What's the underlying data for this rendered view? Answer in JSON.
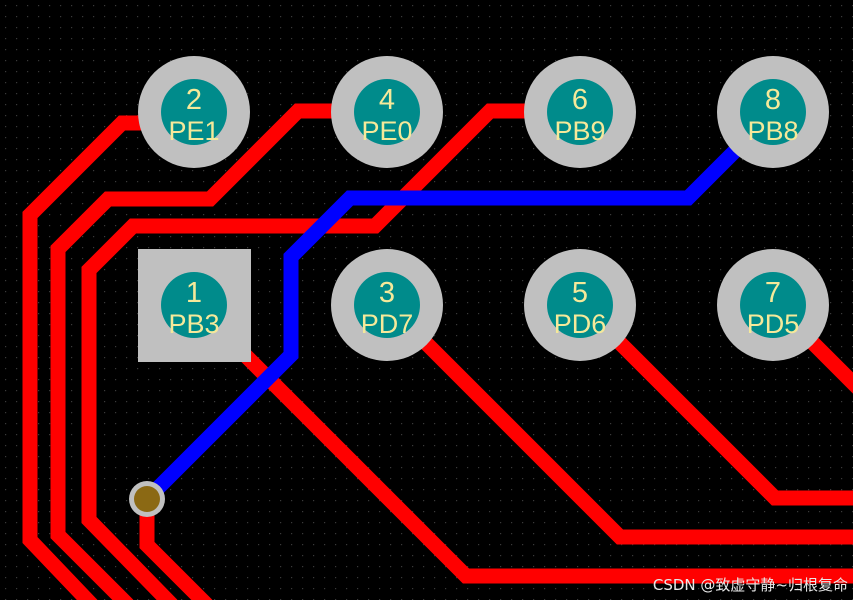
{
  "colors": {
    "background": "#000000",
    "grid": "#3a3a3a",
    "top_trace": "#ff0000",
    "bottom_trace": "#0000ff",
    "pad_copper": "#c0c0c0",
    "pad_hole": "#008b8b",
    "pad_text": "#f5e99a",
    "via_ring": "#c0c0c0",
    "via_hole": "#8b6914",
    "watermark": "#e8e8e8"
  },
  "pads": [
    {
      "number": "2",
      "net": "PE1",
      "shape": "round"
    },
    {
      "number": "4",
      "net": "PE0",
      "shape": "round"
    },
    {
      "number": "6",
      "net": "PB9",
      "shape": "round"
    },
    {
      "number": "8",
      "net": "PB8",
      "shape": "round"
    },
    {
      "number": "1",
      "net": "PB3",
      "shape": "square"
    },
    {
      "number": "3",
      "net": "PD7",
      "shape": "round"
    },
    {
      "number": "5",
      "net": "PD6",
      "shape": "round"
    },
    {
      "number": "7",
      "net": "PD5",
      "shape": "round"
    }
  ],
  "watermark": "CSDN @致虚守静~归根复命"
}
